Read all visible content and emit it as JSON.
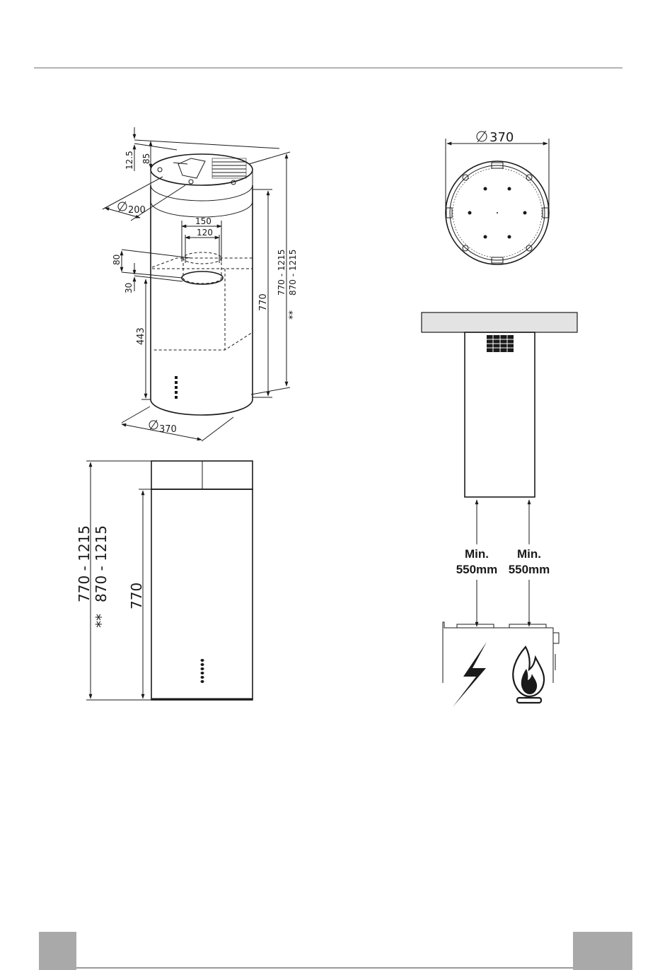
{
  "dimensions": {
    "d125": "12.5",
    "d85": "85",
    "dia200": "200",
    "d150": "150",
    "d120": "120",
    "d80": "80",
    "d30": "30",
    "d443": "443",
    "dia370": "370",
    "d770": "770",
    "range1": "770  -  1215",
    "range2": "870  -  1215",
    "stars": "**"
  },
  "top_view": {
    "dia": "370"
  },
  "clearance": {
    "left_line1": "Min.",
    "left_line2": "550mm",
    "right_line1": "Min.",
    "right_line2": "550mm"
  },
  "icons": [
    "electric-hob-lightning-icon",
    "gas-hob-flame-icon"
  ],
  "colors": {
    "line": "#1a1a1a",
    "ceiling": "#e3e3e3",
    "footer_tab": "#a9a9a9",
    "rule": "#9a9a9a"
  }
}
